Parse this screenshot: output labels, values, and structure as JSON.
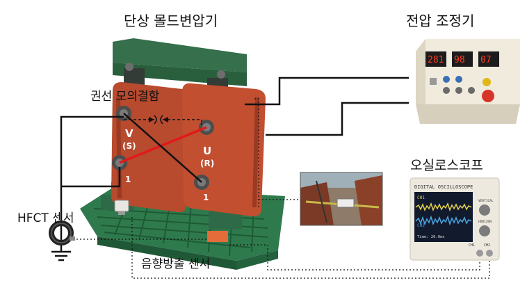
{
  "labels": {
    "transformer_title": "단상 몰드변압기",
    "regulator_title": "전압 조정기",
    "winding_fault": "권선 모의결함",
    "oscilloscope_title": "오실로스코프",
    "hfct_sensor": "HFCT 센서",
    "acoustic_sensor": "음향방출 센서"
  },
  "coils": {
    "left": {
      "phase": "V",
      "sub": "(S)",
      "tap": "1"
    },
    "right": {
      "phase": "U",
      "sub": "(R)",
      "tap": "1"
    }
  },
  "regulator": {
    "displays": [
      "281",
      "98",
      "07"
    ]
  },
  "oscilloscope": {
    "brand": "DIGITAL OSCILLOSCOPE",
    "ch1": "CH1",
    "ch2": "CH2",
    "time": "Time: 20.0ms",
    "knob1": "VERTICAL",
    "knob2": "HORIZON",
    "in1": "CH1",
    "in2": "CH2"
  },
  "colors": {
    "coil": "#b84a2e",
    "frame": "#2e6a47",
    "pallet": "#2f7a4c",
    "fault_wire": "#e01a1a"
  }
}
